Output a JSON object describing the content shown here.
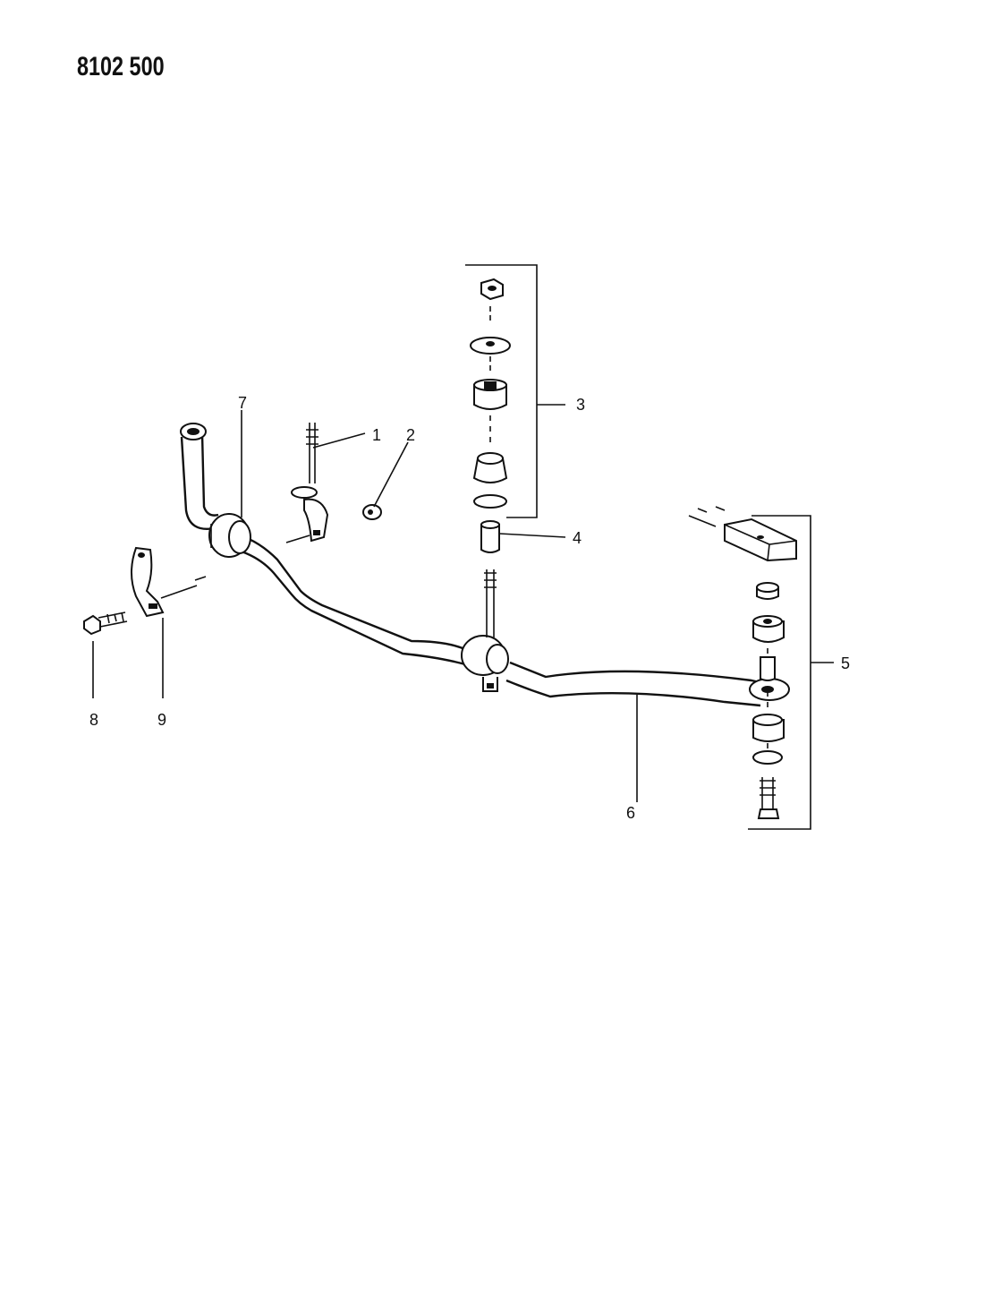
{
  "header": {
    "drawing_number": "8102 500"
  },
  "callouts": [
    {
      "id": "c1",
      "label": "1"
    },
    {
      "id": "c2",
      "label": "2"
    },
    {
      "id": "c3",
      "label": "3"
    },
    {
      "id": "c4",
      "label": "4"
    },
    {
      "id": "c5",
      "label": "5"
    },
    {
      "id": "c6",
      "label": "6"
    },
    {
      "id": "c7",
      "label": "7"
    },
    {
      "id": "c8",
      "label": "8"
    },
    {
      "id": "c9",
      "label": "9"
    }
  ]
}
